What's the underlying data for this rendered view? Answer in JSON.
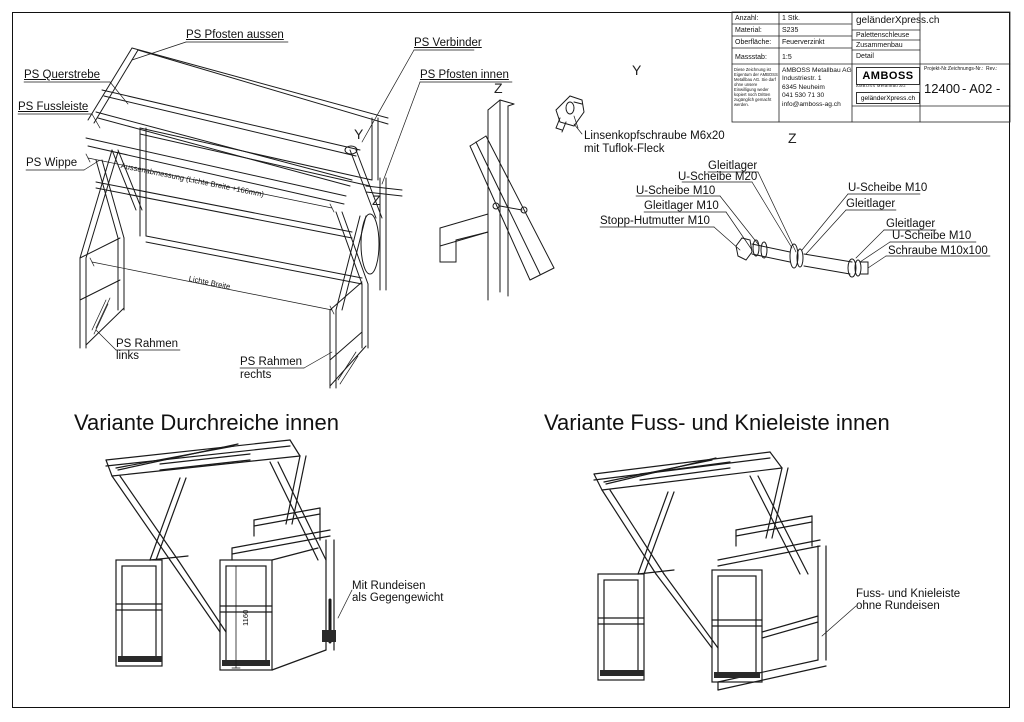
{
  "title_block": {
    "rows": [
      {
        "label": "Anzahl:",
        "value": "1 Stk."
      },
      {
        "label": "Material:",
        "value": "S235"
      },
      {
        "label": "Oberfläche:",
        "value": "Feuerverzinkt"
      },
      {
        "label": "Massstab:",
        "value": "1:5"
      }
    ],
    "project_title": "geländerXpress.ch",
    "desc": [
      "Palettenschleuse",
      "Zusammenbau",
      "Detail"
    ],
    "copyright_note": "Diese Zeichnung ist Eigentum der AMBOSS Metallbau AG. Sie darf ohne unsere Einwilligung weder kopiert noch Dritten zugänglich gemacht werden.",
    "company_lines": [
      "AMBOSS Metallbau AG",
      "Industriestr. 1",
      "6345 Neuheim",
      "041 530 71 30",
      "info@amboss-ag.ch"
    ],
    "logo_text": "AMBOSS",
    "logo_subtext": "AMBOSS Metallbau AG",
    "logo2_text": "geländerXpress.ch",
    "header_projekt": "Projekt-Nr.:",
    "header_zeichnung": "Zeichnungs-Nr.:",
    "header_rev": "Rev.:",
    "project_number": "12400",
    "drawing_number": "- A02 -"
  },
  "labels": {
    "ps_pfosten_aussen": "PS Pfosten aussen",
    "ps_verbinder": "PS Verbinder",
    "ps_querstrebe": "PS Querstrebe",
    "ps_pfosten_innen": "PS Pfosten innen",
    "ps_fussleiste": "PS Fussleiste",
    "ps_wippe": "PS Wippe",
    "aussenabmessung": "Aussenabmessung (Lichte Breite +166mm)",
    "lichte_breite": "Lichte Breite",
    "ps_rahmen_links_1": "PS Rahmen",
    "ps_rahmen_links_2": "links",
    "ps_rahmen_rechts_1": "PS Rahmen",
    "ps_rahmen_rechts_2": "rechts",
    "view_y_marker": "Y",
    "view_z_marker": "Z",
    "view_y": "Y",
    "view_z_left": "Z",
    "view_z_right": "Z",
    "linsenkopf_1": "Linsenkopfschraube M6x20",
    "linsenkopf_2": "mit Tuflok-Fleck",
    "gleitlager_top": "Gleitlager",
    "u_scheibe_m20": "U-Scheibe M20",
    "u_scheibe_m10_a": "U-Scheibe M10",
    "gleitlager_m10": "Gleitlager M10",
    "stopp_hutmutter": "Stopp-Hutmutter M10",
    "u_scheibe_m10_b": "U-Scheibe M10",
    "gleitlager_b": "Gleitlager",
    "gleitlager_c": "Gleitlager",
    "u_scheibe_m10_c": "U-Scheibe M10",
    "schraube": "Schraube M10x100"
  },
  "variants": {
    "left_title": "Variante Durchreiche innen",
    "right_title": "Variante Fuss- und Knieleiste innen",
    "rundeisen_1": "Mit Rundeisen",
    "rundeisen_2": "als Gegengewicht",
    "dim_1160": "1160",
    "fuss_1": "Fuss- und Knieleiste",
    "fuss_2": "ohne Rundeisen"
  }
}
